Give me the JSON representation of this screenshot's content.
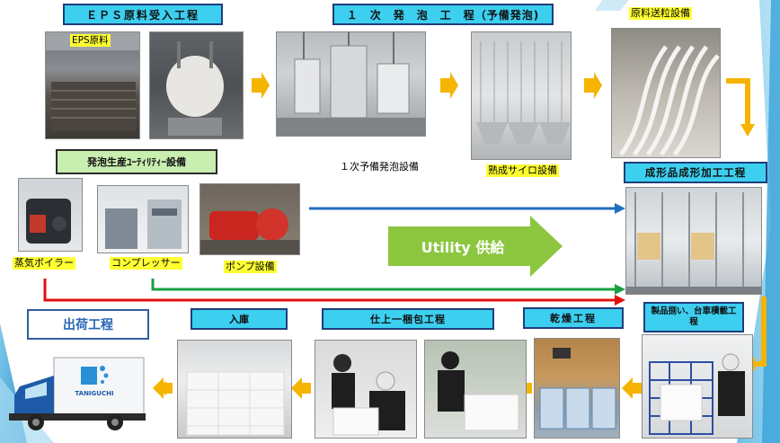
{
  "process": {
    "eps_receiving": "ＥＰＳ原料受入工程",
    "eps_material_label": "EPS原料",
    "primary_foaming": "１　次　発　泡　工　程（予備発泡)",
    "primary_prefoam_equipment": "１次予備発泡設備",
    "aging_silo_equipment": "熟成サイロ設備",
    "material_feed_equipment": "原料送粒設備",
    "utility_equipment": "発泡生産ﾕｰﾃｨﾘﾃｨｰ設備",
    "boiler": "蒸気ボイラー",
    "compressor": "コンプレッサー",
    "pump_equipment": "ポンプ設備",
    "utility_supply": "Utility 供給",
    "molding": "成形品成形加工工程",
    "product_handling": "製品捌い、台車積載工程",
    "drying": "乾燥工程",
    "finishing_packing": "仕上一梱包工程",
    "warehousing": "入庫",
    "shipping": "出荷工程",
    "truck_brand": "TANIGUCHI"
  },
  "colors": {
    "header_cyan": "#3ccff0",
    "header_green": "#c8efb0",
    "highlight_yellow": "#ffff33",
    "flow_arrow_orange": "#f5b400",
    "steam_line_red": "#e01010",
    "air_line_green": "#18a040",
    "water_line_blue": "#1f6fbf",
    "utility_arrow_green": "#8cc63f"
  }
}
